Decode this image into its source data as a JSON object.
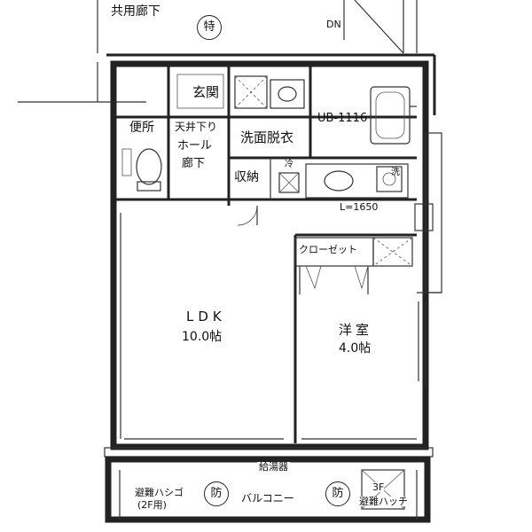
{
  "plan": {
    "corridor": "共用廊下",
    "special_mark": "特",
    "dn_mark": "DN",
    "entrance": "玄関",
    "toilet": "便所",
    "ceiling_low": "天井下り",
    "hall": "ホール",
    "hallway": "廊下",
    "washroom": "洗面脱衣",
    "storage": "収納",
    "unit_bath": "UB-1116",
    "kitchen_dim": "L=1650",
    "closet": "クローゼット",
    "ldk_name": "LDK",
    "ldk_size": "10.0帖",
    "western_name": "洋室",
    "western_size": "4.0帖",
    "drain": "給湯器",
    "escape_hatch_label": "避難ハシゴ",
    "escape_hatch_sub": "(2F用)",
    "balcony": "バルコニー",
    "fire_mark": "防",
    "hatch_3f": "3F",
    "hatch_3f_label": "避難ハッチ",
    "fridge_mark": "冷",
    "washer_mark": "洗"
  }
}
